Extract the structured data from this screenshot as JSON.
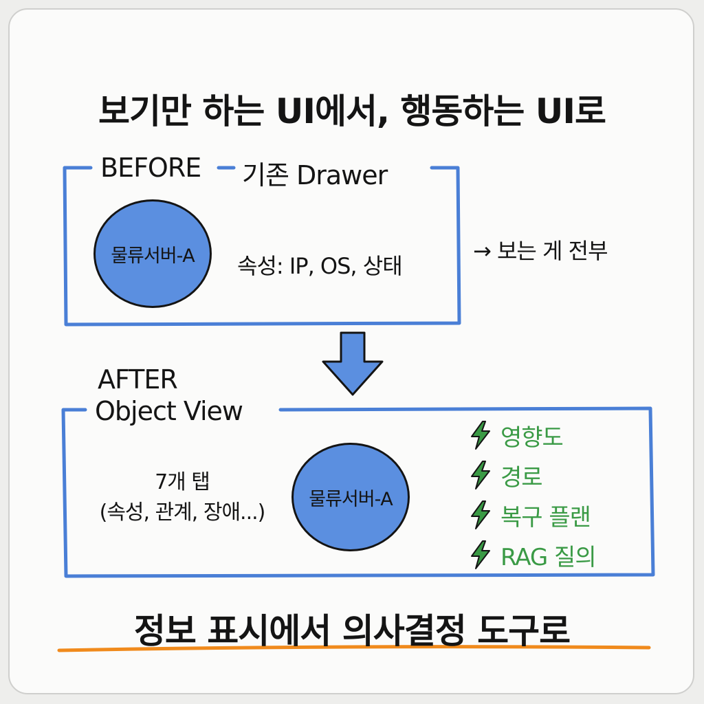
{
  "title": "보기만 하는 UI에서, 행동하는 UI로",
  "before": {
    "label": "BEFORE",
    "sublabel": "기존 Drawer",
    "node": "물류서버-A",
    "attributes": "속성: IP, OS, 상태",
    "note": "→ 보는 게 전부"
  },
  "after": {
    "label": "AFTER",
    "sublabel": "Object View",
    "node": "물류서버-A",
    "tabs_line1": "7개 탭",
    "tabs_line2": "(속성, 관계, 장애...)",
    "actions": [
      {
        "icon": "lightning-icon",
        "label": "영향도"
      },
      {
        "icon": "lightning-icon",
        "label": "경로"
      },
      {
        "icon": "lightning-icon",
        "label": "복구 플랜"
      },
      {
        "icon": "lightning-icon",
        "label": "RAG 질의"
      }
    ]
  },
  "conclusion": "정보 표시에서 의사결정 도구로",
  "colors": {
    "frame": "#4a7fd6",
    "node_fill": "#5b8fe0",
    "arrow_fill": "#5b8fe0",
    "action_text": "#3a9a45",
    "lightning_fill": "#3a9a45",
    "underline": "#f08a1c"
  }
}
